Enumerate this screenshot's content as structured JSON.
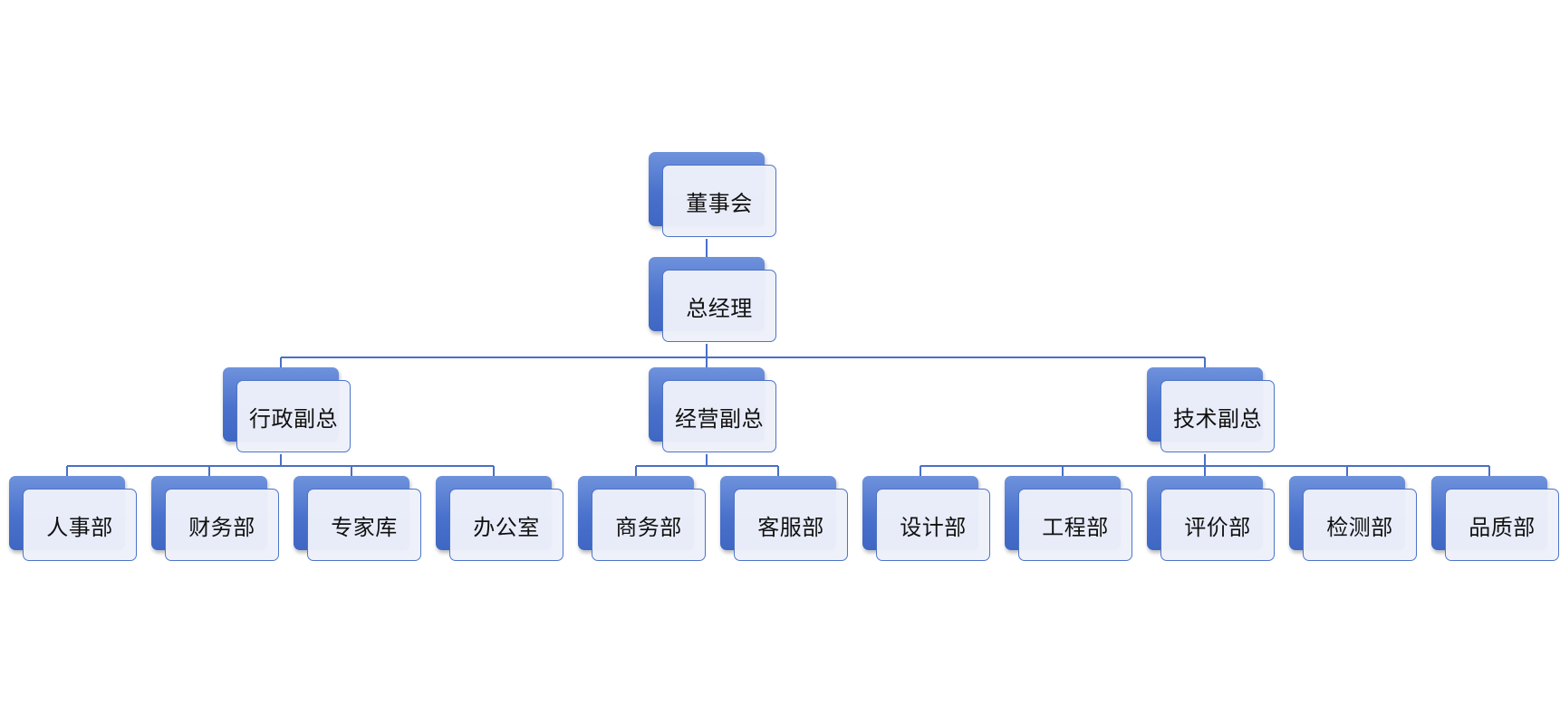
{
  "colors": {
    "connector": "#4a6fc6",
    "box_back": "#4a72cc",
    "box_front": "#edf1fa",
    "box_border": "#4d74c9"
  },
  "org": {
    "root": "董事会",
    "gm": "总经理",
    "vp_admin": "行政副总",
    "vp_business": "经营副总",
    "vp_tech": "技术副总",
    "dept_hr": "人事部",
    "dept_finance": "财务部",
    "dept_experts": "专家库",
    "dept_office": "办公室",
    "dept_commerce": "商务部",
    "dept_service": "客服部",
    "dept_design": "设计部",
    "dept_engineering": "工程部",
    "dept_evaluation": "评价部",
    "dept_testing": "检测部",
    "dept_quality": "品质部"
  }
}
